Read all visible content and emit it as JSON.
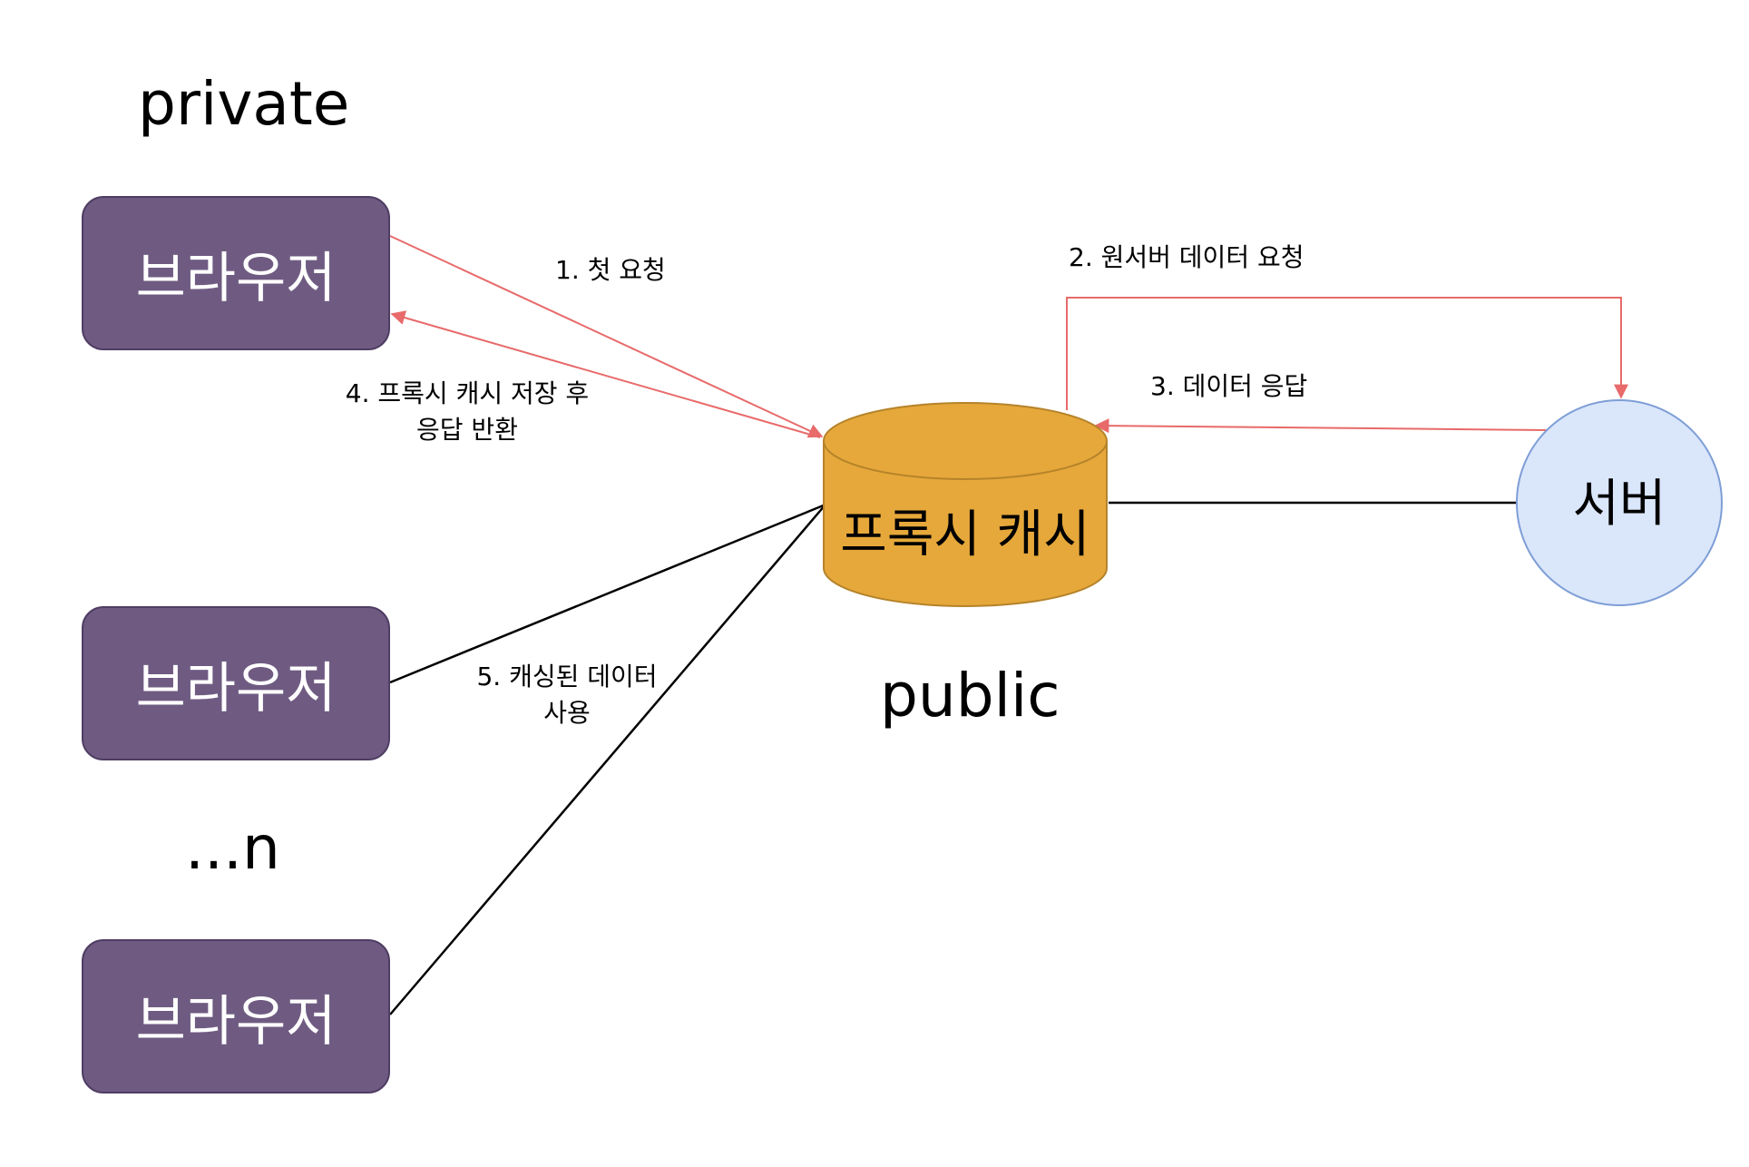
{
  "labels": {
    "private": "private",
    "public": "public",
    "ellipsis": "...n"
  },
  "nodes": {
    "browser_1": "브라우저",
    "browser_2": "브라우저",
    "browser_3": "브라우저",
    "proxy_cache": "프록시 캐시",
    "server": "서버"
  },
  "edges": {
    "step1": "1. 첫 요청",
    "step2": "2. 원서버 데이터 요청",
    "step3": "3. 데이터 응답",
    "step4_line1": "4. 프록시 캐시 저장 후",
    "step4_line2": "응답 반환",
    "step5_line1": "5. 캐싱된 데이터",
    "step5_line2": "사용"
  },
  "colors": {
    "browser_fill": "#6f5b82",
    "cache_fill": "#e6a83a",
    "server_fill": "#dae6fa",
    "request_arrow": "#e86a6a",
    "plain_line": "#000000"
  }
}
